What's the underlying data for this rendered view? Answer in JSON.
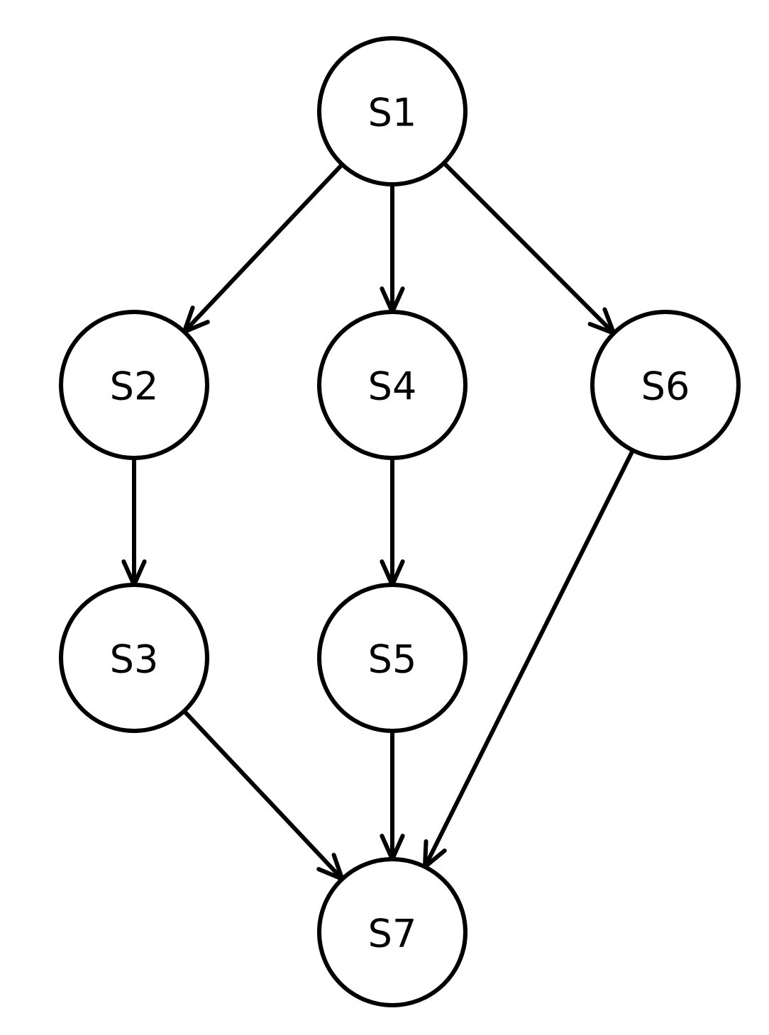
{
  "diagram": {
    "type": "directed-graph",
    "colors": {
      "stroke": "#000000",
      "node_fill": "#ffffff",
      "text": "#000000",
      "background": "#ffffff"
    },
    "nodes": [
      {
        "id": "S1",
        "label": "S1"
      },
      {
        "id": "S2",
        "label": "S2"
      },
      {
        "id": "S3",
        "label": "S3"
      },
      {
        "id": "S4",
        "label": "S4"
      },
      {
        "id": "S5",
        "label": "S5"
      },
      {
        "id": "S6",
        "label": "S6"
      },
      {
        "id": "S7",
        "label": "S7"
      }
    ],
    "edges": [
      {
        "from": "S1",
        "to": "S2"
      },
      {
        "from": "S1",
        "to": "S4"
      },
      {
        "from": "S1",
        "to": "S6"
      },
      {
        "from": "S2",
        "to": "S3"
      },
      {
        "from": "S4",
        "to": "S5"
      },
      {
        "from": "S3",
        "to": "S7"
      },
      {
        "from": "S5",
        "to": "S7"
      },
      {
        "from": "S6",
        "to": "S7"
      }
    ]
  }
}
